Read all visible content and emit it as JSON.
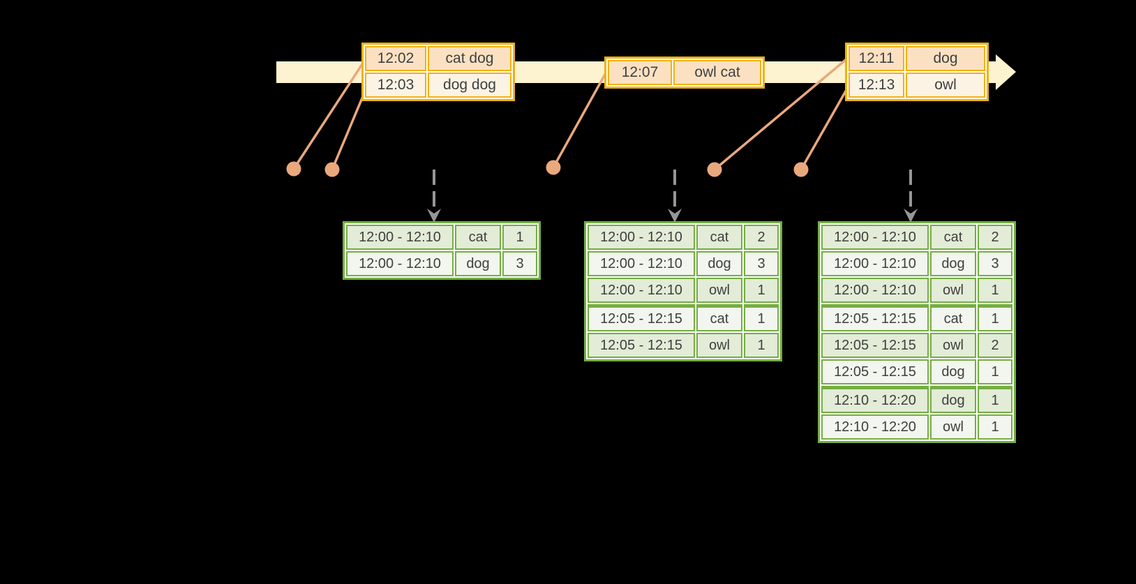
{
  "event_tables": [
    {
      "rows": [
        {
          "time": "12:02",
          "words": "cat dog"
        },
        {
          "time": "12:03",
          "words": "dog dog"
        }
      ]
    },
    {
      "rows": [
        {
          "time": "12:07",
          "words": "owl cat"
        }
      ]
    },
    {
      "rows": [
        {
          "time": "12:11",
          "words": "dog"
        },
        {
          "time": "12:13",
          "words": "owl"
        }
      ]
    }
  ],
  "result_tables": [
    {
      "rows": [
        {
          "window": "12:00 - 12:10",
          "word": "cat",
          "count": "1"
        },
        {
          "window": "12:00 - 12:10",
          "word": "dog",
          "count": "3"
        }
      ]
    },
    {
      "rows": [
        {
          "window": "12:00 - 12:10",
          "word": "cat",
          "count": "2"
        },
        {
          "window": "12:00 - 12:10",
          "word": "dog",
          "count": "3"
        },
        {
          "window": "12:00 - 12:10",
          "word": "owl",
          "count": "1"
        },
        {
          "window": "12:05 - 12:15",
          "word": "cat",
          "count": "1"
        },
        {
          "window": "12:05 - 12:15",
          "word": "owl",
          "count": "1"
        }
      ]
    },
    {
      "rows": [
        {
          "window": "12:00 - 12:10",
          "word": "cat",
          "count": "2"
        },
        {
          "window": "12:00 - 12:10",
          "word": "dog",
          "count": "3"
        },
        {
          "window": "12:00 - 12:10",
          "word": "owl",
          "count": "1"
        },
        {
          "window": "12:05 - 12:15",
          "word": "cat",
          "count": "1"
        },
        {
          "window": "12:05 - 12:15",
          "word": "owl",
          "count": "2"
        },
        {
          "window": "12:05 - 12:15",
          "word": "dog",
          "count": "1"
        },
        {
          "window": "12:10 - 12:20",
          "word": "dog",
          "count": "1"
        },
        {
          "window": "12:10 - 12:20",
          "word": "owl",
          "count": "1"
        }
      ]
    }
  ],
  "colors": {
    "background": "#000000",
    "timeline_band": "#fdf3d0",
    "event_border": "#f0b211",
    "event_row_peach": "#fbe1c2",
    "event_row_cream": "#fdf3e5",
    "marker_salmon": "#eaa87d",
    "result_border": "#74ae43",
    "result_row_green": "#e3ecd7",
    "result_row_white": "#f2f6ee",
    "trigger_arrow_gray": "#969696",
    "text": "#3f3f3f"
  }
}
